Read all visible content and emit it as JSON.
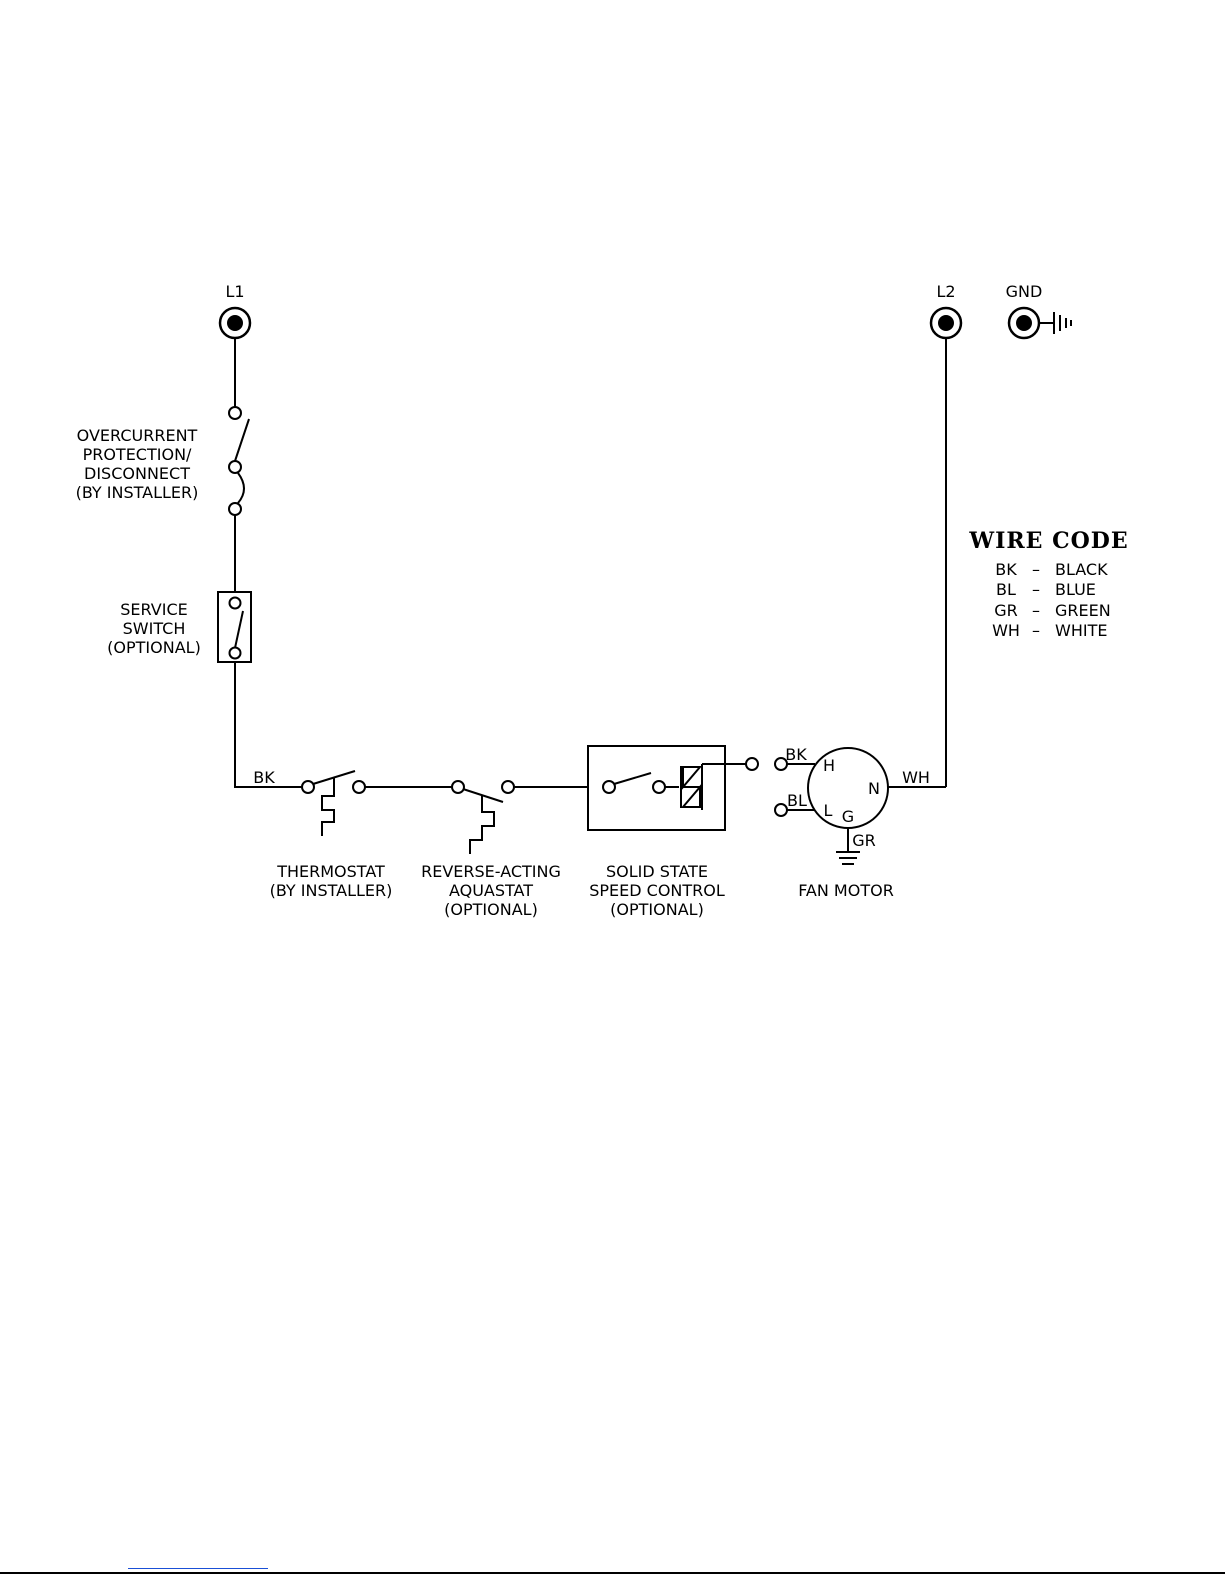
{
  "terminals": {
    "l1": "L1",
    "l2": "L2",
    "gnd": "GND"
  },
  "components": {
    "overcurrent": [
      "OVERCURRENT",
      "PROTECTION/",
      "DISCONNECT",
      "(BY INSTALLER)"
    ],
    "service_switch": [
      "SERVICE",
      "SWITCH",
      "(OPTIONAL)"
    ],
    "thermostat": [
      "THERMOSTAT",
      "(BY INSTALLER)"
    ],
    "aquastat": [
      "REVERSE-ACTING",
      "AQUASTAT",
      "(OPTIONAL)"
    ],
    "speed_control": [
      "SOLID STATE",
      "SPEED CONTROL",
      "(OPTIONAL)"
    ],
    "fan_motor": "FAN MOTOR"
  },
  "wire_labels": {
    "line_bk": "BK",
    "motor_bk": "BK",
    "motor_bl": "BL",
    "neutral_wh": "WH",
    "ground_gr": "GR"
  },
  "motor_terminals": {
    "high": "H",
    "low": "L",
    "ground": "G",
    "neutral": "N"
  },
  "wire_code": {
    "title": "WIRE CODE",
    "entries": [
      {
        "code": "BK",
        "dash": "–",
        "color": "BLACK"
      },
      {
        "code": "BL",
        "dash": "–",
        "color": "BLUE"
      },
      {
        "code": "GR",
        "dash": "–",
        "color": "GREEN"
      },
      {
        "code": "WH",
        "dash": "–",
        "color": "WHITE"
      }
    ]
  }
}
